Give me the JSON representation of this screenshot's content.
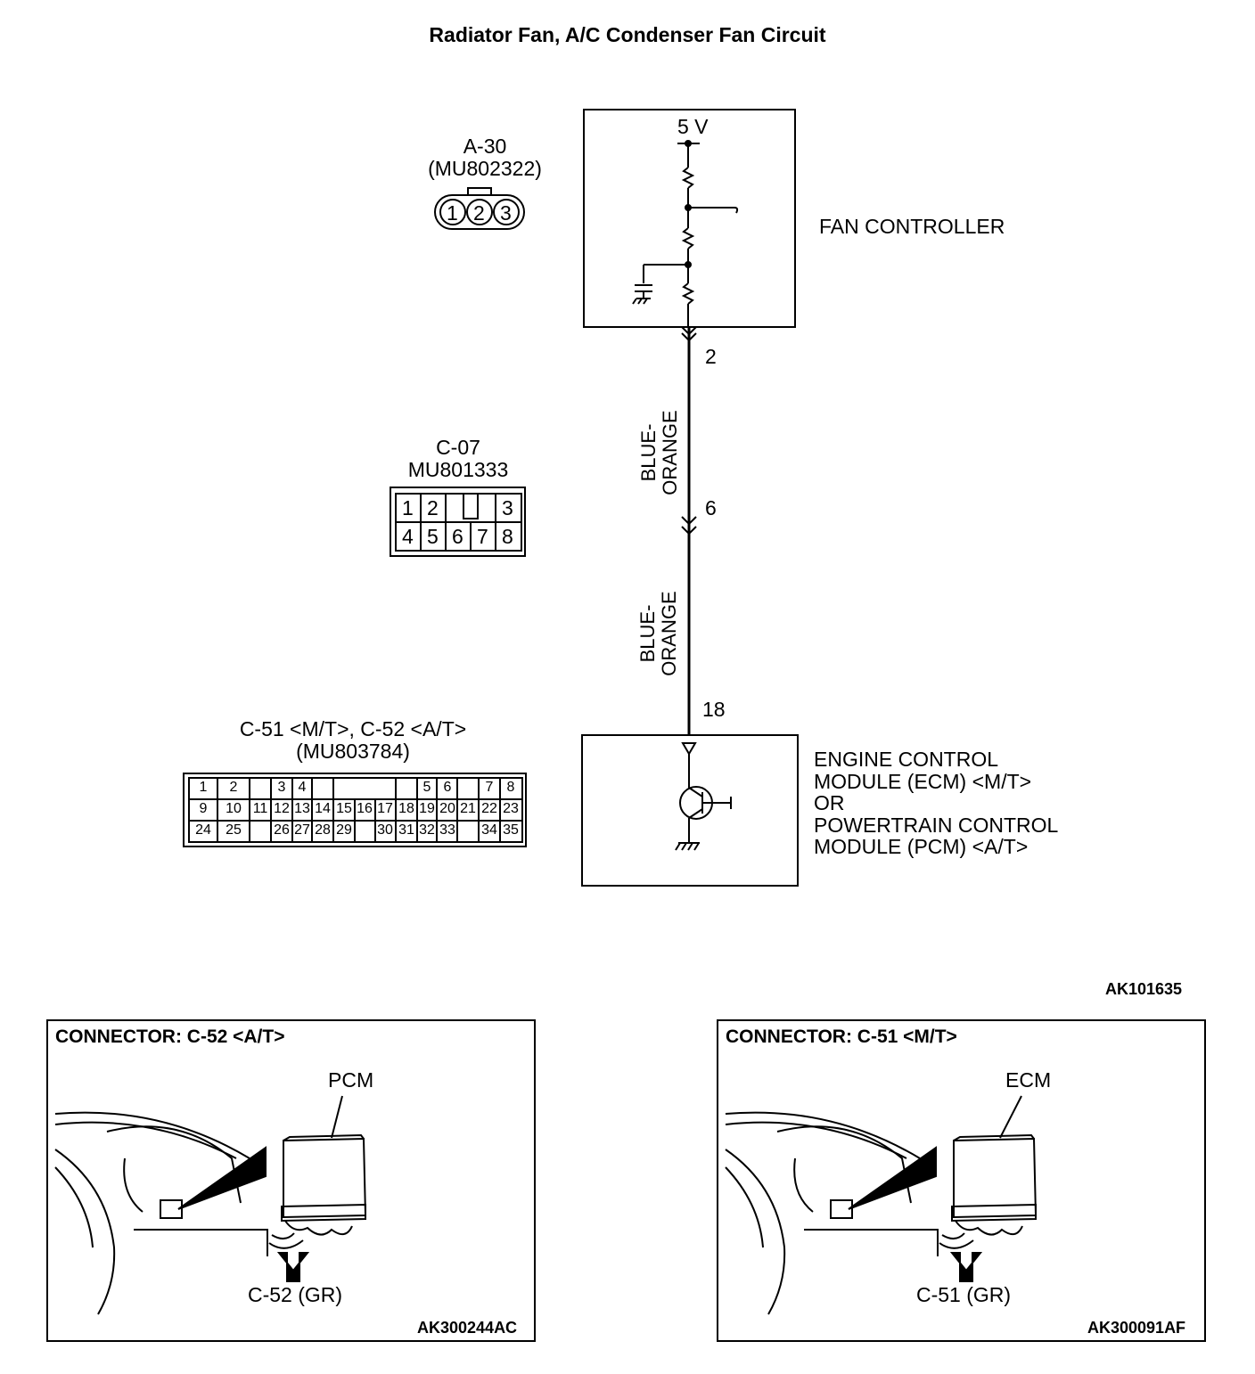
{
  "title": "Radiator Fan, A/C Condenser Fan Circuit",
  "fan_controller": {
    "label": "FAN CONTROLLER",
    "voltage": "5 V",
    "pin_out": "2"
  },
  "wires": [
    {
      "color_line1": "BLUE-",
      "color_line2": "ORANGE"
    },
    {
      "color_line1": "BLUE-",
      "color_line2": "ORANGE"
    }
  ],
  "junction_pin": "6",
  "ecm": {
    "pin_in": "18",
    "label_lines": [
      "ENGINE CONTROL",
      "MODULE (ECM) <M/T>",
      "OR",
      "POWERTRAIN CONTROL",
      "MODULE (PCM) <A/T>"
    ]
  },
  "connector_a30": {
    "name": "A-30",
    "part": "(MU802322)",
    "pins": [
      "1",
      "2",
      "3"
    ]
  },
  "connector_c07": {
    "name": "C-07",
    "part": "MU801333",
    "row1": [
      "1",
      "2",
      "",
      "3"
    ],
    "row2": [
      "4",
      "5",
      "6",
      "7",
      "8"
    ]
  },
  "connector_c51": {
    "name": "C-51 <M/T>, C-52 <A/T>",
    "part": "(MU803784)",
    "row1": [
      "1",
      "2",
      "3",
      "4",
      "5",
      "6",
      "7",
      "8"
    ],
    "row2": [
      "9",
      "10",
      "11",
      "12",
      "13",
      "14",
      "15",
      "16",
      "17",
      "18",
      "19",
      "20",
      "21",
      "22",
      "23"
    ],
    "row3": [
      "24",
      "25",
      "26",
      "27",
      "28",
      "29",
      "30",
      "31",
      "32",
      "33",
      "34",
      "35"
    ]
  },
  "figure_code": "AK101635",
  "panel_left": {
    "title": "CONNECTOR: C-52 <A/T>",
    "module": "PCM",
    "connector_label": "C-52 (GR)",
    "code": "AK300244AC"
  },
  "panel_right": {
    "title": "CONNECTOR: C-51 <M/T>",
    "module": "ECM",
    "connector_label": "C-51 (GR)",
    "code": "AK300091AF"
  }
}
